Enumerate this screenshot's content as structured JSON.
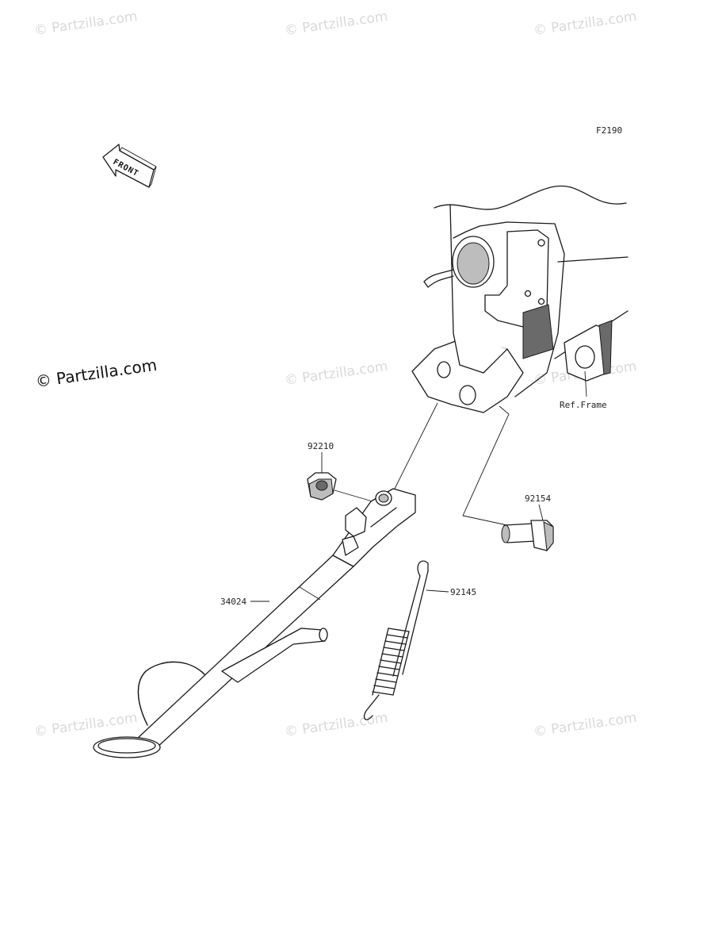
{
  "watermarks": {
    "small_text": "© Partzilla.com",
    "large_text": "© Partzilla.com"
  },
  "diagram": {
    "figure_code": "F2190",
    "front_marker": "FRONT",
    "ref_frame": "Ref.Frame",
    "parts": {
      "nut": "92210",
      "bolt": "92154",
      "spring": "92145",
      "side_stand": "34024"
    }
  },
  "colors": {
    "line": "#1a1a1a",
    "watermark": "#d9d9d9",
    "background": "#ffffff"
  }
}
